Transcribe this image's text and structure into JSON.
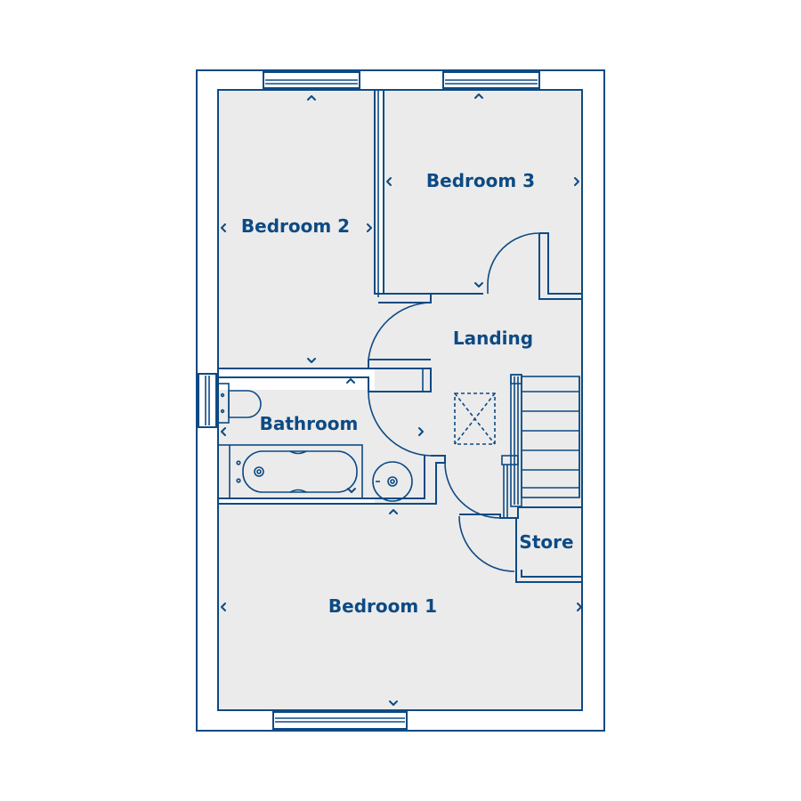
{
  "colors": {
    "line": "#0d4a83",
    "floor": "#ebebeb",
    "background": "#ffffff"
  },
  "rooms": {
    "bedroom_1": "Bedroom 1",
    "bedroom_2": "Bedroom 2",
    "bedroom_3": "Bedroom 3",
    "bathroom": "Bathroom",
    "landing": "Landing",
    "store": "Store"
  },
  "icons": [
    "toilet-icon",
    "bath-icon",
    "basin-icon",
    "loft-hatch-icon",
    "staircase-icon",
    "window-icon",
    "dimension-arrow-icon"
  ]
}
